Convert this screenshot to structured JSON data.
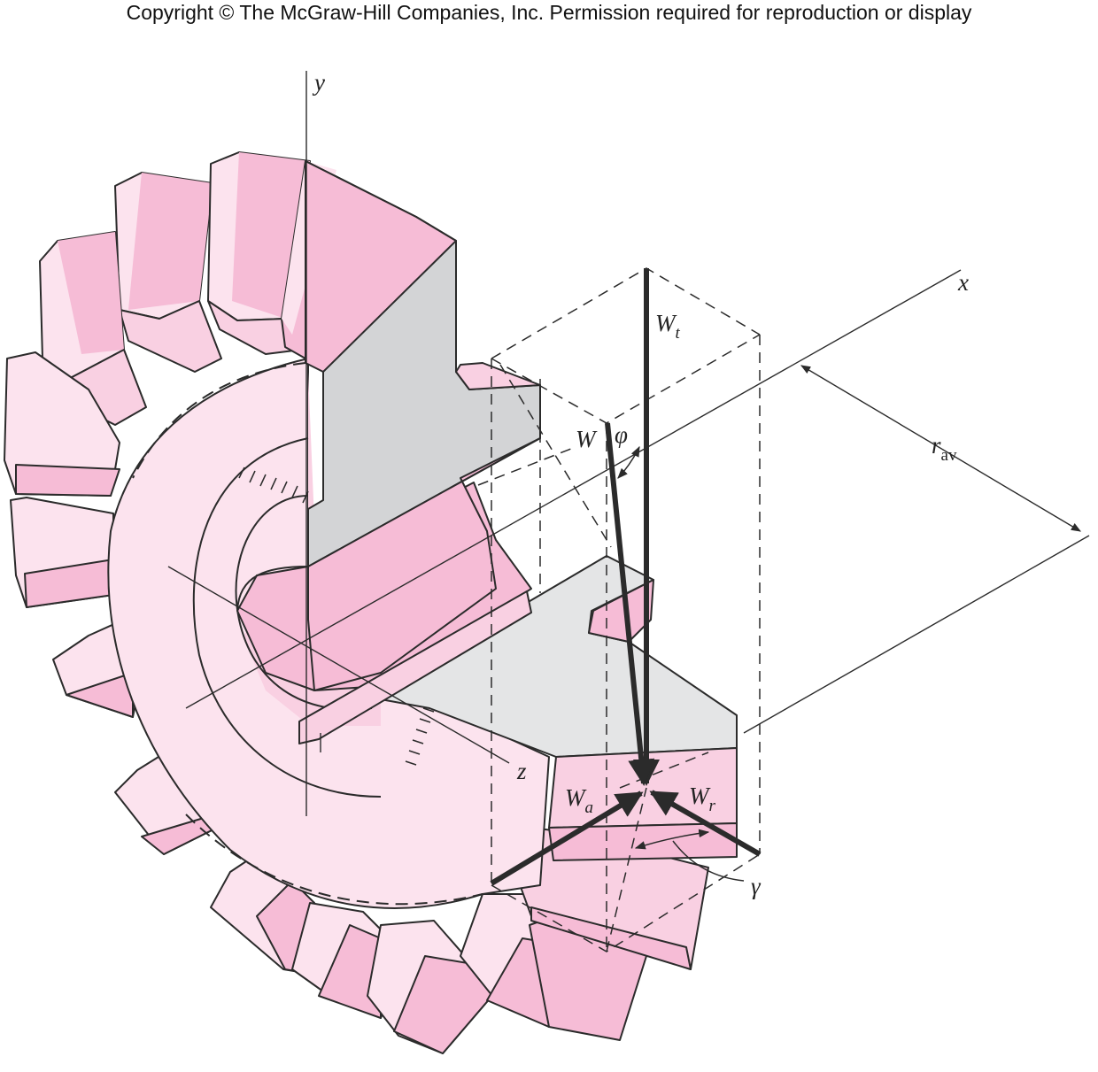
{
  "copyright": "Copyright © The McGraw-Hill Companies, Inc. Permission required for reproduction or display",
  "colors": {
    "gear_dark": "#F6BCD6",
    "gear_light": "#FCE3EE",
    "gear_mid": "#F9D0E2",
    "section_gray": "#D3D4D6",
    "section_gray_light": "#E4E5E6",
    "line": "#2b2b2b",
    "force_arrow": "#2b2b2b"
  },
  "axes": {
    "y": "y",
    "x": "x",
    "z": "z"
  },
  "forces": {
    "tangential": {
      "main": "W",
      "sub": "t"
    },
    "resultant": {
      "main": "W"
    },
    "axial": {
      "main": "W",
      "sub": "a"
    },
    "radial": {
      "main": "W",
      "sub": "r"
    }
  },
  "angles": {
    "pressure": "φ",
    "pitch": "γ"
  },
  "dimension": {
    "main": "r",
    "sub": "av"
  }
}
